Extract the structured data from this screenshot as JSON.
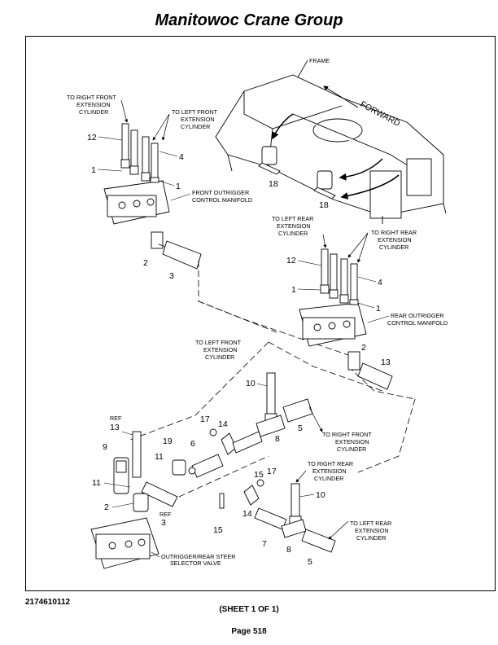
{
  "header": {
    "title": "Manitowoc Crane Group"
  },
  "footer": {
    "doc_number": "2174610112",
    "sheet": "(SHEET 1 OF 1)",
    "page": "Page 518"
  },
  "labels": {
    "frame": "FRAME",
    "forward": "FORWARD",
    "to_right_front_1": "TO RIGHT FRONT",
    "to_right_front_2": "EXTENSION",
    "to_right_front_3": "CYLINDER",
    "to_left_front_1": "TO LEFT FRONT",
    "to_left_front_2": "EXTENSION",
    "to_left_front_3": "CYLINDER",
    "front_manifold_1": "FRONT OUTRIGGER",
    "front_manifold_2": "CONTROL MANIFOLD",
    "to_left_rear_1": "TO LEFT REAR",
    "to_left_rear_2": "EXTENSION",
    "to_left_rear_3": "CYLINDER",
    "to_right_rear_1": "TO RIGHT REAR",
    "to_right_rear_2": "EXTENSION",
    "to_right_rear_3": "CYLINDER",
    "rear_manifold_1": "REAR OUTRIGGER",
    "rear_manifold_2": "CONTROL MANIFOLD",
    "b_to_left_front_1": "TO LEFT FRONT",
    "b_to_left_front_2": "EXTENSION",
    "b_to_left_front_3": "CYLINDER",
    "b_to_right_front_1": "TO RIGHT FRONT",
    "b_to_right_front_2": "EXTENSION",
    "b_to_right_front_3": "CYLINDER",
    "b_to_right_rear_1": "TO RIGHT REAR",
    "b_to_right_rear_2": "EXTENSION",
    "b_to_right_rear_3": "CYLINDER",
    "b_to_left_rear_1": "TO LEFT REAR",
    "b_to_left_rear_2": "EXTENSION",
    "b_to_left_rear_3": "CYLINDER",
    "selector_1": "OUTRIGGER/REAR STEER",
    "selector_2": "SELECTOR VALVE",
    "ref_a": "REF",
    "ref_b": "REF"
  },
  "callouts": {
    "n1": "1",
    "n2": "2",
    "n3": "3",
    "n4": "4",
    "n5": "5",
    "n6": "6",
    "n7": "7",
    "n8": "8",
    "n9": "9",
    "n10": "10",
    "n11": "11",
    "n12": "12",
    "n13": "13",
    "n14": "14",
    "n15": "15",
    "n17": "17",
    "n18": "18",
    "n19": "19"
  }
}
